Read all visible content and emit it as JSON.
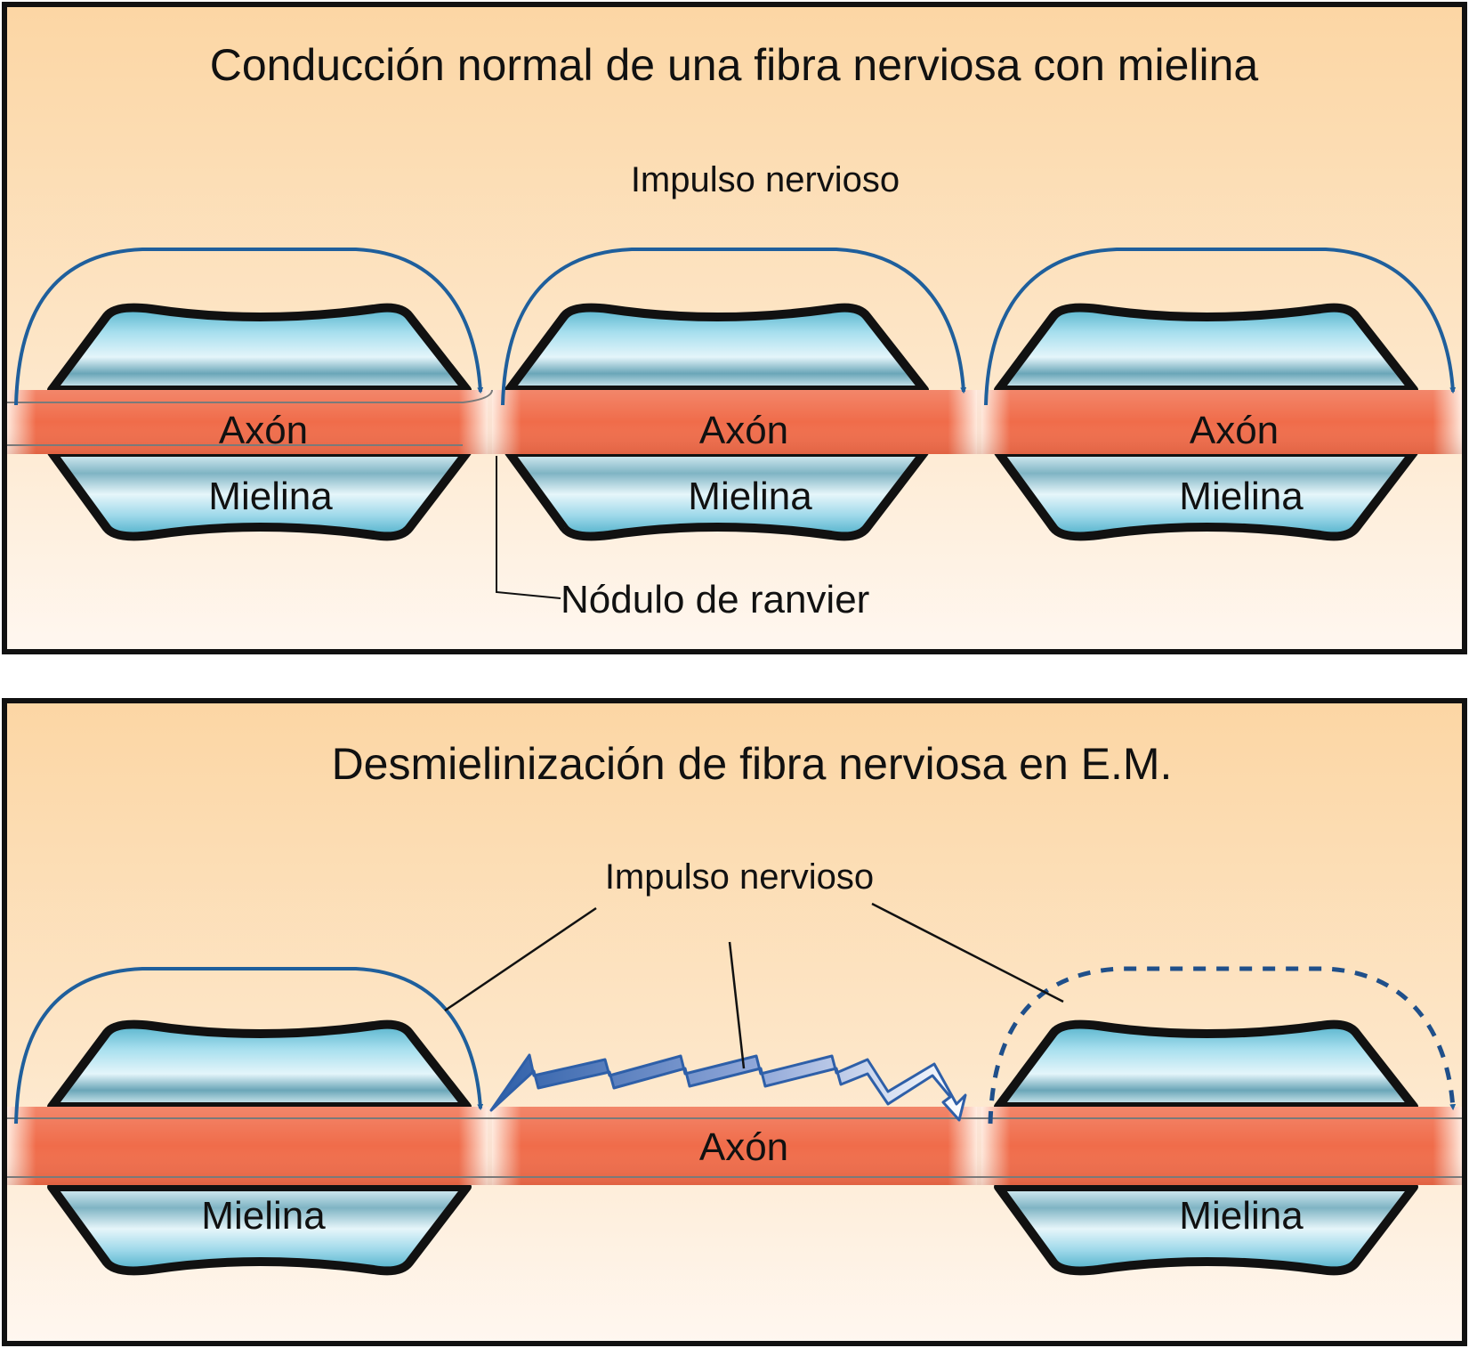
{
  "panels": {
    "normal": {
      "title": "Conducción normal de una fibra nerviosa con mielina",
      "impulse_label": "Impulso nervioso",
      "node_label": "Nódulo de ranvier",
      "segments": [
        {
          "axon_label": "Axón",
          "myelin_label": "Mielina"
        },
        {
          "axon_label": "Axón",
          "myelin_label": "Mielina"
        },
        {
          "axon_label": "Axón",
          "myelin_label": "Mielina"
        }
      ]
    },
    "demyelinated": {
      "title": "Desmielinización de fibra nerviosa en E.M.",
      "impulse_label": "Impulso nervioso",
      "axon_label": "Axón",
      "myelin_left_label": "Mielina",
      "myelin_right_label": "Mielina"
    }
  },
  "colors": {
    "background_top": "#fcd9a8",
    "background_bottom": "#fff6ee",
    "axon": "#f06c4a",
    "myelin_light": "#c9eef7",
    "myelin_dark": "#4aa4c0",
    "impulse_arrow": "#1f5f9c",
    "outline": "#111111"
  }
}
